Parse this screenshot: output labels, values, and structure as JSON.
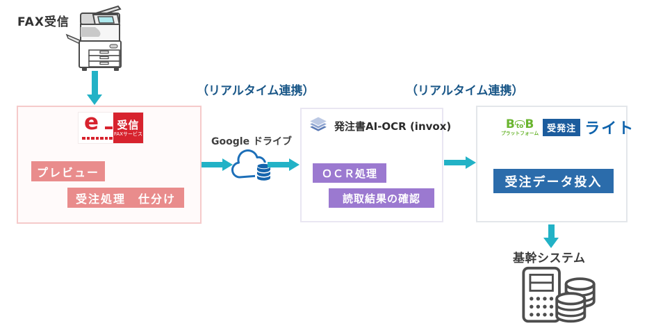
{
  "source": {
    "label": "FAX受信"
  },
  "realtime": {
    "label1": "（リアルタイム連携）",
    "label2": "（リアルタイム連携）"
  },
  "efax": {
    "logo_e": "e",
    "logo_title": "受信",
    "logo_subtitle": "FAXサービス",
    "buttons": [
      "プレビュー",
      "受注処理　仕分け"
    ]
  },
  "gdrive": {
    "label": "Google ドライブ"
  },
  "ocr": {
    "title": "発注書AI-OCR (invox)",
    "buttons": [
      "ＯＣＲ処理",
      "読取結果の確認"
    ]
  },
  "btob": {
    "logo_b1": "B",
    "logo_to": "to",
    "logo_b2": "B",
    "logo_platform": "プラットフォーム",
    "logo_order": "受発注",
    "logo_lite": "ライト",
    "button": "受注データ投入"
  },
  "core": {
    "label": "基幹システム"
  },
  "icons": {
    "fax_machine": "multifunction-printer-icon",
    "gdrive": "cloud-database-icon",
    "ocr": "invox-layers-icon",
    "core": "calculator-coins-icon"
  },
  "colors": {
    "arrow_teal": "#22b2c6",
    "salmon_button": "#e98c8c",
    "purple_button": "#9b79d0",
    "blue_button": "#2b6cab",
    "realtime_text": "#1a5788",
    "efax_red": "#d7232e",
    "btob_green": "#6ab52f",
    "btob_blue": "#1c5c9d"
  }
}
